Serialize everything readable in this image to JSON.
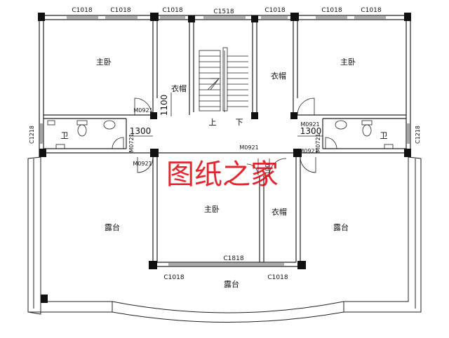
{
  "watermark": "图纸之家",
  "rooms": {
    "master_left": "主卧",
    "master_right": "主卧",
    "master_center": "主卧",
    "closet_left": "衣帽",
    "closet_right": "衣帽",
    "closet_lower": "衣帽",
    "bath_left": "卫",
    "bath_right": "卫",
    "terrace_left": "露台",
    "terrace_right": "露台",
    "terrace_bottom": "露台",
    "stair_up": "上",
    "stair_down": "下"
  },
  "windows": {
    "top_1": "C1018",
    "top_2": "C1018",
    "top_3": "C1018",
    "top_4": "C1518",
    "top_5": "C1018",
    "top_6": "C1018",
    "top_7": "C1018",
    "side_left": "C1218",
    "side_right": "C1218",
    "bottom_center": "C1818",
    "bottom_left": "C1018",
    "bottom_right": "C1018"
  },
  "doors": {
    "left_bedroom": "M0921",
    "left_bath": "M0721",
    "left_terrace": "M0921",
    "right_bedroom": "M0921",
    "right_bath": "M0721",
    "center_bedroom": "M0921",
    "right_terrace": "M0921",
    "lower_closet": "1100"
  },
  "dimensions": {
    "closet_depth": "1100",
    "left_hall": "1300",
    "right_hall": "1300"
  }
}
